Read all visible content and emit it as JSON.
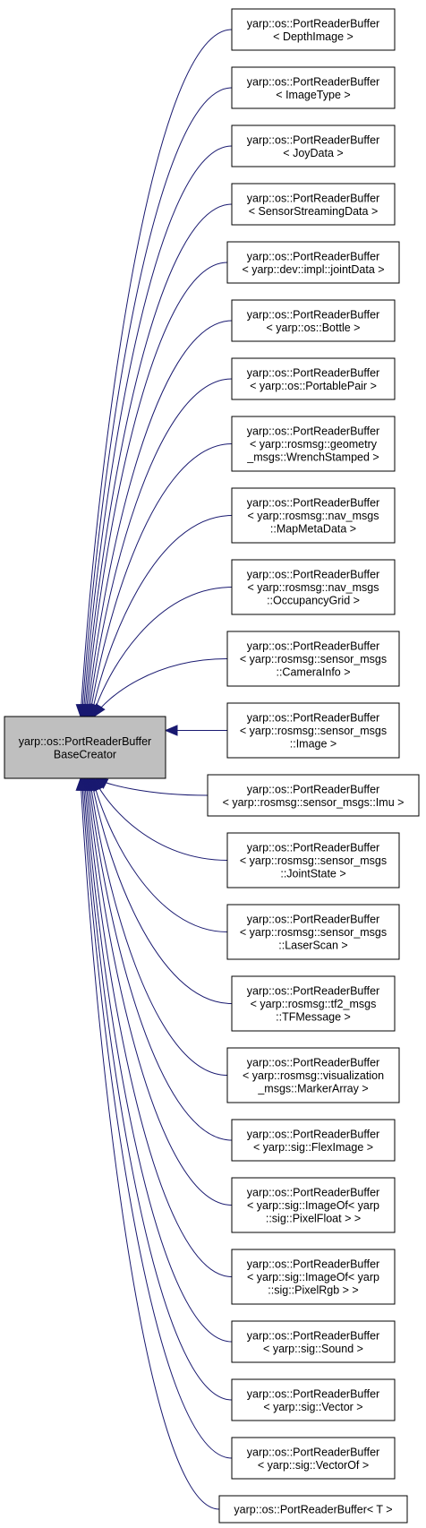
{
  "colors": {
    "edge": "#191970",
    "node_border": "#000000",
    "base_fill": "#bfbfbf",
    "node_fill": "#ffffff"
  },
  "base": {
    "lines": [
      "yarp::os::PortReaderBuffer",
      "BaseCreator"
    ]
  },
  "derived": [
    {
      "lines": [
        "yarp::os::PortReaderBuffer",
        "< DepthImage >"
      ]
    },
    {
      "lines": [
        "yarp::os::PortReaderBuffer",
        "< ImageType >"
      ]
    },
    {
      "lines": [
        "yarp::os::PortReaderBuffer",
        "< JoyData >"
      ]
    },
    {
      "lines": [
        "yarp::os::PortReaderBuffer",
        "< SensorStreamingData >"
      ]
    },
    {
      "lines": [
        "yarp::os::PortReaderBuffer",
        "< yarp::dev::impl::jointData >"
      ]
    },
    {
      "lines": [
        "yarp::os::PortReaderBuffer",
        "< yarp::os::Bottle >"
      ]
    },
    {
      "lines": [
        "yarp::os::PortReaderBuffer",
        "< yarp::os::PortablePair >"
      ]
    },
    {
      "lines": [
        "yarp::os::PortReaderBuffer",
        "< yarp::rosmsg::geometry",
        "_msgs::WrenchStamped >"
      ]
    },
    {
      "lines": [
        "yarp::os::PortReaderBuffer",
        "< yarp::rosmsg::nav_msgs",
        "::MapMetaData >"
      ]
    },
    {
      "lines": [
        "yarp::os::PortReaderBuffer",
        "< yarp::rosmsg::nav_msgs",
        "::OccupancyGrid >"
      ]
    },
    {
      "lines": [
        "yarp::os::PortReaderBuffer",
        "< yarp::rosmsg::sensor_msgs",
        "::CameraInfo >"
      ]
    },
    {
      "lines": [
        "yarp::os::PortReaderBuffer",
        "< yarp::rosmsg::sensor_msgs",
        "::Image >"
      ]
    },
    {
      "lines": [
        "yarp::os::PortReaderBuffer",
        "< yarp::rosmsg::sensor_msgs::Imu >"
      ]
    },
    {
      "lines": [
        "yarp::os::PortReaderBuffer",
        "< yarp::rosmsg::sensor_msgs",
        "::JointState >"
      ]
    },
    {
      "lines": [
        "yarp::os::PortReaderBuffer",
        "< yarp::rosmsg::sensor_msgs",
        "::LaserScan >"
      ]
    },
    {
      "lines": [
        "yarp::os::PortReaderBuffer",
        "< yarp::rosmsg::tf2_msgs",
        "::TFMessage >"
      ]
    },
    {
      "lines": [
        "yarp::os::PortReaderBuffer",
        "< yarp::rosmsg::visualization",
        "_msgs::MarkerArray >"
      ]
    },
    {
      "lines": [
        "yarp::os::PortReaderBuffer",
        "< yarp::sig::FlexImage >"
      ]
    },
    {
      "lines": [
        "yarp::os::PortReaderBuffer",
        "< yarp::sig::ImageOf< yarp",
        "::sig::PixelFloat > >"
      ]
    },
    {
      "lines": [
        "yarp::os::PortReaderBuffer",
        "< yarp::sig::ImageOf< yarp",
        "::sig::PixelRgb > >"
      ]
    },
    {
      "lines": [
        "yarp::os::PortReaderBuffer",
        "< yarp::sig::Sound >"
      ]
    },
    {
      "lines": [
        "yarp::os::PortReaderBuffer",
        "< yarp::sig::Vector >"
      ]
    },
    {
      "lines": [
        "yarp::os::PortReaderBuffer",
        "< yarp::sig::VectorOf >"
      ]
    },
    {
      "lines": [
        "yarp::os::PortReaderBuffer< T >"
      ]
    }
  ]
}
